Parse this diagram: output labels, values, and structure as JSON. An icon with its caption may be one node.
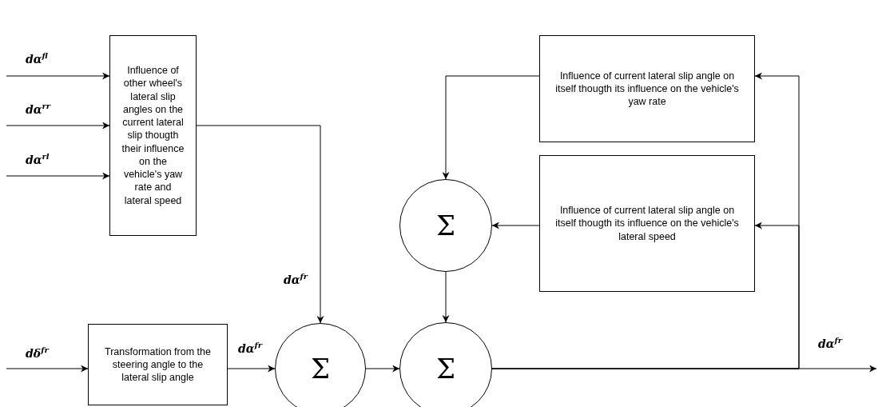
{
  "diagram": {
    "nodes": [
      {
        "text": [
          "Influence of other wheel's lateral slip angles on the current lateral slip thougth their influence on the vehicle's yaw rate and lateral speed"
        ]
      },
      {
        "text": [
          "Influence of current lateral slip angle on itself thougth its influence on the vehicle's yaw rate"
        ]
      },
      {
        "text": [
          "Σ"
        ]
      },
      {
        "text": [
          "Influence of current lateral slip angle on itself thougth its influence on the vehicle's lateral speed"
        ]
      },
      {
        "text": [
          "Transformation from the steering angle to the lateral slip angle"
        ]
      },
      {
        "text": [
          "Σ"
        ]
      },
      {
        "text": [
          "Σ"
        ]
      }
    ],
    "edges": [
      {
        "from": null,
        "to": 0,
        "arrow": "to",
        "label": "dα$^{fl}$"
      },
      {
        "from": null,
        "to": 0,
        "arrow": "to",
        "label": "dα$^{rr}$"
      },
      {
        "from": null,
        "to": 0,
        "arrow": "to",
        "label": "dα$^{rl}$"
      },
      {
        "from": null,
        "to": 4,
        "arrow": "to",
        "label": "dδ$^{fr}$"
      },
      {
        "from": 0,
        "to": 5,
        "arrow": "to",
        "label": "dα$^{fr}$"
      },
      {
        "from": 4,
        "to": 5,
        "arrow": "to",
        "label": "dα$^{fr}$"
      },
      {
        "from": 5,
        "to": 6,
        "arrow": "to"
      },
      {
        "from": 6,
        "to": null,
        "arrow": "to",
        "label": "dα$^{fr}$"
      },
      {
        "from": 6,
        "to": 1,
        "arrow": "to"
      },
      {
        "from": 6,
        "to": 3,
        "arrow": "to"
      },
      {
        "from": 1,
        "to": 2,
        "arrow": "to"
      },
      {
        "from": 3,
        "to": 2,
        "arrow": "to"
      },
      {
        "from": 2,
        "to": 6,
        "arrow": "to"
      }
    ]
  }
}
